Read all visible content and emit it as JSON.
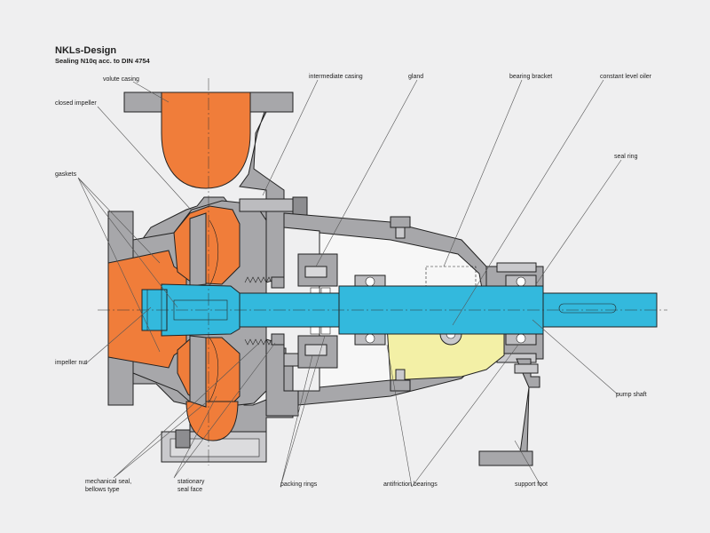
{
  "header": {
    "title": "NKLs-Design",
    "subtitle": "Sealing N10q acc. to DIN 4754"
  },
  "colors": {
    "background": "#efeff0",
    "casing": "#a7a7aa",
    "casing_dark": "#8d8d90",
    "fluid": "#f07d3a",
    "shaft": "#33b9dd",
    "oil": "#f3f0a6",
    "bracket_inner": "#f7f7f7",
    "outline": "#222222"
  },
  "labels": {
    "volute_casing": "volute casing",
    "closed_impeller": "closed impeller",
    "gaskets": "gaskets",
    "impeller_nut": "impeller nut",
    "mechanical_seal_line1": "mechanical seal,",
    "mechanical_seal_line2": "bellows type",
    "stationary_seal_face_line1": "stationary",
    "stationary_seal_face_line2": "seal face",
    "intermediate_casing": "intermediate casing",
    "gland": "gland",
    "packing_rings": "packing rings",
    "bearing_bracket": "bearing bracket",
    "antifriction_bearings": "antifriction bearings",
    "constant_level_oiler": "constant level oiler",
    "seal_ring": "seal ring",
    "pump_shaft": "pump shaft",
    "support_foot": "support foot"
  }
}
